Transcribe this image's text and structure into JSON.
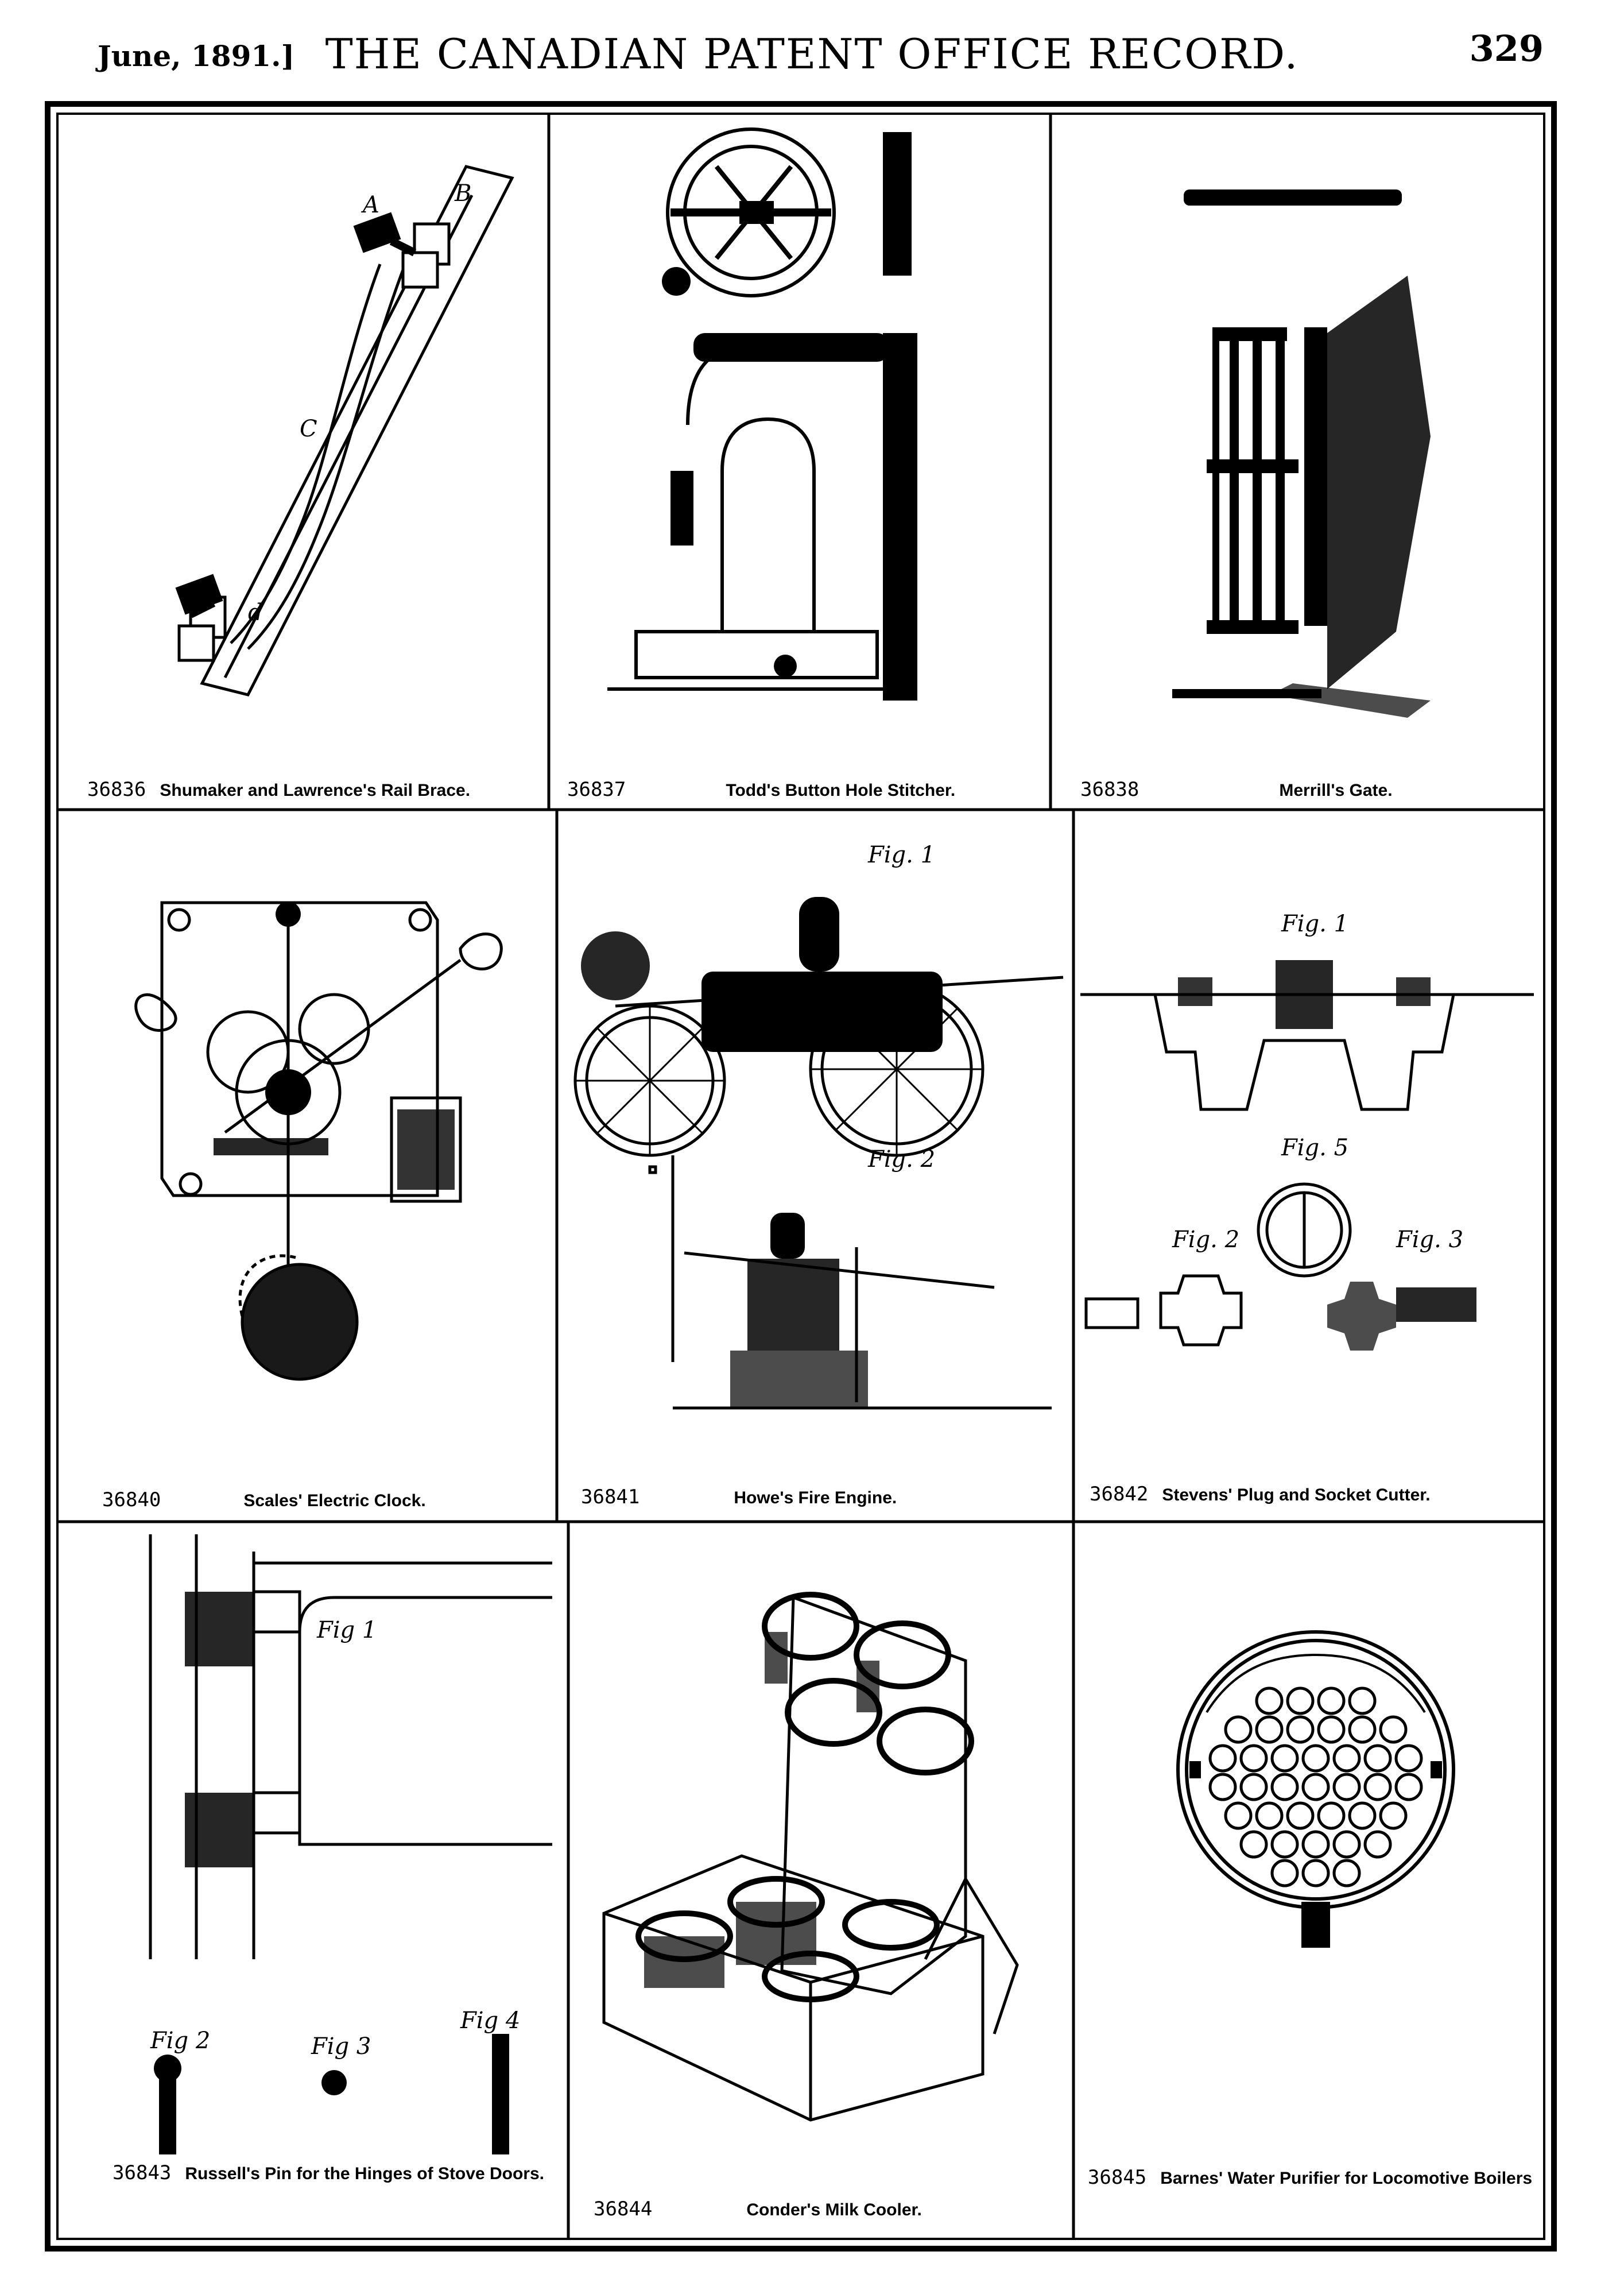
{
  "header": {
    "date": "June, 1891.]",
    "title": "THE CANADIAN PATENT OFFICE RECORD.",
    "page_number": "329"
  },
  "patents": [
    {
      "number": "36836",
      "title": "Shumaker and Lawrence's Rail Brace."
    },
    {
      "number": "36837",
      "title": "Todd's Button Hole Stitcher."
    },
    {
      "number": "36838",
      "title": "Merrill's Gate."
    },
    {
      "number": "36840",
      "title": "Scales' Electric Clock."
    },
    {
      "number": "36841",
      "title": "Howe's Fire Engine."
    },
    {
      "number": "36842",
      "title": "Stevens' Plug and Socket Cutter."
    },
    {
      "number": "36843",
      "title": "Russell's Pin for the Hinges of Stove Doors."
    },
    {
      "number": "36844",
      "title": "Conder's Milk Cooler."
    },
    {
      "number": "36845",
      "title": "Barnes' Water Purifier for Locomotive Boilers"
    }
  ],
  "figure_labels": {
    "fire_fig1": "Fig. 1",
    "fire_fig2": "Fig. 2",
    "cutter_fig1": "Fig. 1",
    "cutter_fig2": "Fig. 2",
    "cutter_fig3": "Fig. 3",
    "cutter_fig5": "Fig. 5",
    "pin_fig1": "Fig 1",
    "pin_fig2": "Fig 2",
    "pin_fig3": "Fig 3",
    "pin_fig4": "Fig 4"
  }
}
